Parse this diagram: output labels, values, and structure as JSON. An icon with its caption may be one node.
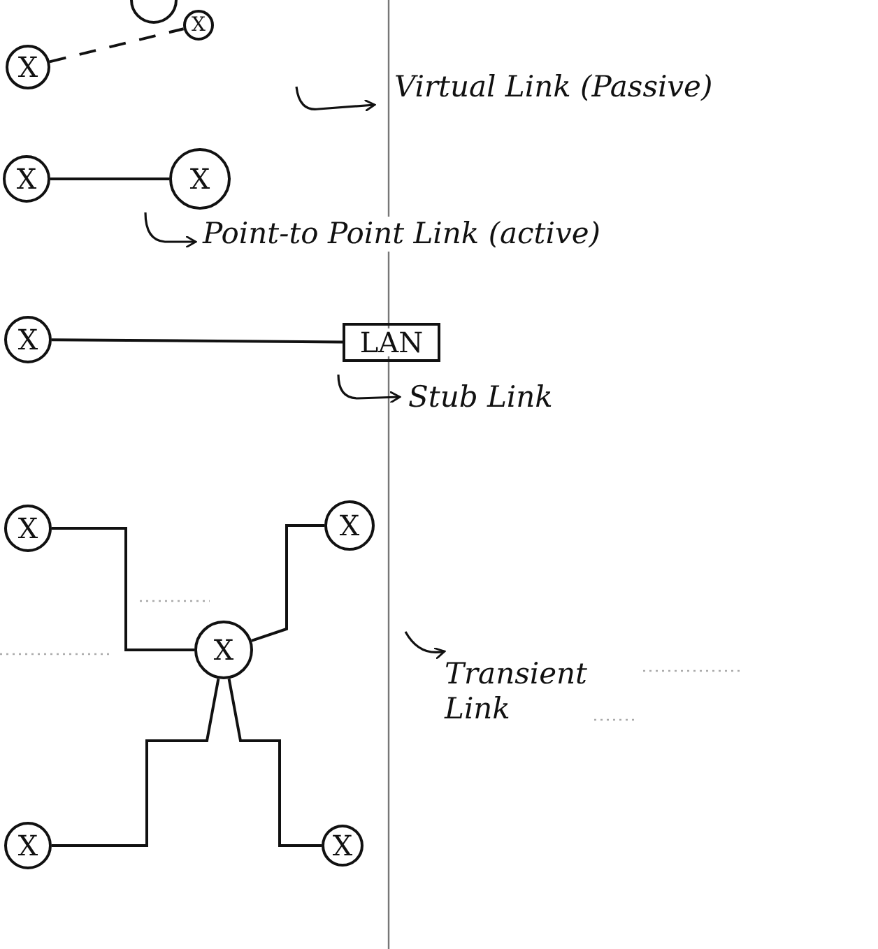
{
  "diagram": {
    "nodes": [
      {
        "text": [],
        "shape": "circle"
      },
      {
        "text": [
          "X"
        ]
      },
      {
        "text": [
          "X"
        ]
      },
      {
        "text": [
          "X"
        ]
      },
      {
        "text": [
          "X"
        ]
      },
      {
        "text": [
          "X"
        ]
      },
      {
        "text": [
          "LAN"
        ]
      },
      {
        "text": [
          "X"
        ]
      },
      {
        "text": [
          "X"
        ]
      },
      {
        "text": [
          "X"
        ]
      },
      {
        "text": [
          "X"
        ]
      },
      {
        "text": [
          "X"
        ]
      }
    ],
    "edges": [
      {
        "from": 1,
        "to": 2,
        "arrow": "none",
        "style": "dashed"
      },
      {
        "from": 3,
        "to": 4,
        "arrow": "none"
      },
      {
        "from": 5,
        "to": 6,
        "arrow": "none"
      },
      {
        "from": 7,
        "to": 9,
        "arrow": "none"
      },
      {
        "from": 8,
        "to": 9,
        "arrow": "none"
      },
      {
        "from": 9,
        "to": 10,
        "arrow": "none"
      },
      {
        "from": 9,
        "to": 11,
        "arrow": "none"
      }
    ],
    "labels": [
      "Virtual Link (Passive)",
      "Point-to Point Link (active)",
      "Stub Link",
      "Transient Link"
    ]
  }
}
